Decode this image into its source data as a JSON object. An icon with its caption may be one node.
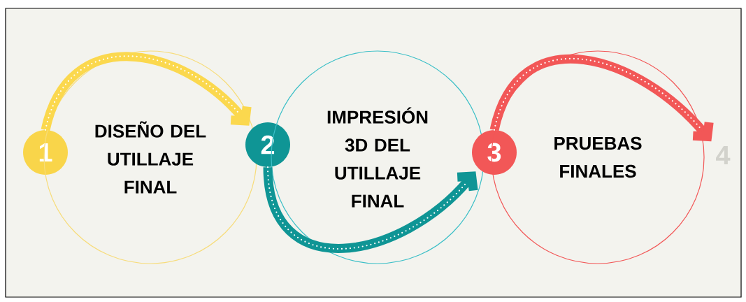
{
  "diagram": {
    "nodes": [
      {
        "text": [
          "1"
        ]
      },
      {
        "text": [
          "DISEÑO DEL UTILLAJE FINAL"
        ]
      },
      {
        "text": [
          "2"
        ]
      },
      {
        "text": [
          "IMPRESIÓN 3D DEL UTILLAJE FINAL"
        ]
      },
      {
        "text": [
          "3"
        ]
      },
      {
        "text": [
          "PRUEBAS FINALES"
        ]
      },
      {
        "text": [
          "4"
        ]
      }
    ],
    "edges": [
      {
        "from": 0,
        "to": 2,
        "arrow": "to",
        "color": "#fbd84e"
      },
      {
        "from": 2,
        "to": 4,
        "arrow": "to",
        "color": "#0f9595"
      },
      {
        "from": 4,
        "to": 6,
        "arrow": "to",
        "color": "#f25757"
      }
    ]
  }
}
